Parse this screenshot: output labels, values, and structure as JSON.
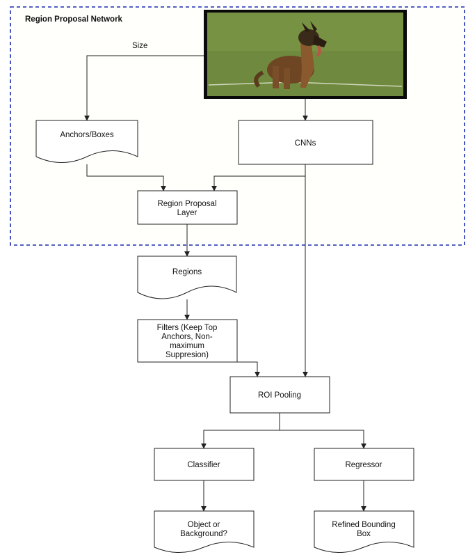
{
  "region_group": {
    "title": "Region Proposal Network",
    "border_color": "#1a2bb0"
  },
  "edge_labels": {
    "size": "Size"
  },
  "image": {
    "subject": "dog sitting on grass",
    "grass_color": "#6f8a3e",
    "fur_color": "#8a5a2e"
  },
  "nodes": {
    "anchors": {
      "lines": [
        "Anchors/Boxes"
      ],
      "shape": "document"
    },
    "cnns": {
      "lines": [
        "CNNs"
      ],
      "shape": "process"
    },
    "rpl": {
      "lines": [
        "Region Proposal",
        "Layer"
      ],
      "shape": "process"
    },
    "regions": {
      "lines": [
        "Regions"
      ],
      "shape": "document"
    },
    "filters": {
      "lines": [
        "Filters (Keep Top",
        "Anchors, Non-",
        "maximum",
        "Suppresion)"
      ],
      "shape": "process"
    },
    "roi": {
      "lines": [
        "ROI Pooling"
      ],
      "shape": "process"
    },
    "classifier": {
      "lines": [
        "Classifier"
      ],
      "shape": "process"
    },
    "regressor": {
      "lines": [
        "Regressor"
      ],
      "shape": "process"
    },
    "object": {
      "lines": [
        "Object or",
        "Background?"
      ],
      "shape": "document"
    },
    "refined": {
      "lines": [
        "Refined Bounding",
        "Box"
      ],
      "shape": "document"
    }
  }
}
